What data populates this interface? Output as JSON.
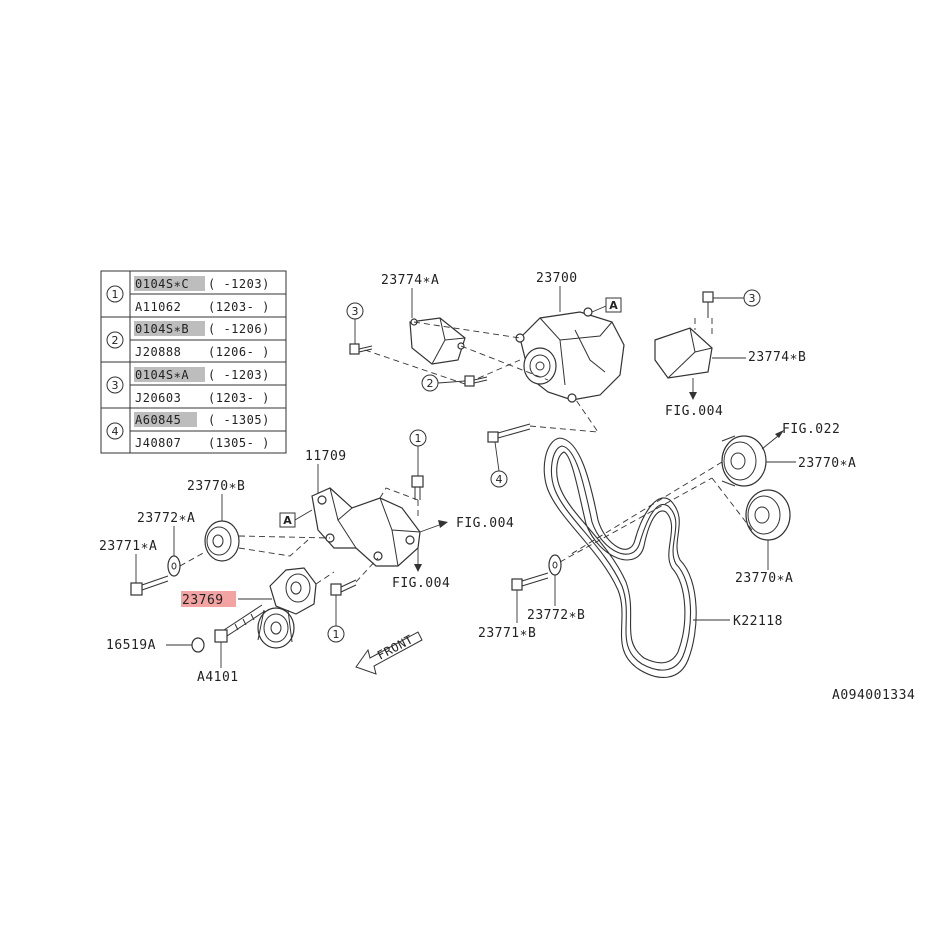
{
  "table": {
    "rows": [
      {
        "num": "1",
        "entries": [
          {
            "code": "0104S∗C",
            "range": "( -1203)",
            "highlight": true
          },
          {
            "code": "A11062",
            "range": "(1203- )",
            "highlight": false
          }
        ]
      },
      {
        "num": "2",
        "entries": [
          {
            "code": "0104S∗B",
            "range": "( -1206)",
            "highlight": true
          },
          {
            "code": "J20888",
            "range": "(1206- )",
            "highlight": false
          }
        ]
      },
      {
        "num": "3",
        "entries": [
          {
            "code": "0104S∗A",
            "range": "( -1203)",
            "highlight": true
          },
          {
            "code": "J20603",
            "range": "(1203- )",
            "highlight": false
          }
        ]
      },
      {
        "num": "4",
        "entries": [
          {
            "code": "A60845",
            "range": "( -1305)",
            "highlight": true
          },
          {
            "code": "J40807",
            "range": "(1305- )",
            "highlight": false
          }
        ]
      }
    ]
  },
  "labels": {
    "p23774A": "23774∗A",
    "p23700": "23700",
    "p23774B": "23774∗B",
    "fig004_top": "FIG.004",
    "fig022": "FIG.022",
    "p23770A_top": "23770∗A",
    "p23770A_bot": "23770∗A",
    "p11709": "11709",
    "p23770B": "23770∗B",
    "p23772A": "23772∗A",
    "p23771A": "23771∗A",
    "p23769": "23769",
    "p16519A": "16519A",
    "pA4101": "A4101",
    "fig004_right": "FIG.004",
    "fig004_mid": "FIG.004",
    "p23772B": "23772∗B",
    "p23771B": "23771∗B",
    "pK22118": "K22118",
    "front": "FRONT",
    "ref_id": "A094001334"
  },
  "callouts": {
    "c1": "1",
    "c2": "2",
    "c3": "3",
    "c4": "4",
    "boxA": "A"
  },
  "colors": {
    "highlight_red": "#f4a3a3",
    "highlight_grey": "#bdbdbd",
    "line": "#333333"
  }
}
